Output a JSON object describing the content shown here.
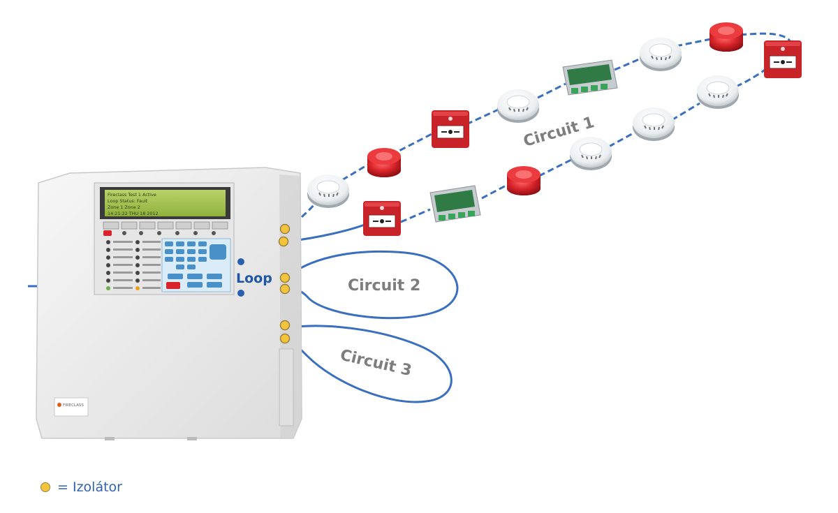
{
  "diagram": {
    "loop_label": "Loop",
    "circuits": [
      {
        "label": "Circuit 1"
      },
      {
        "label": "Circuit 2"
      },
      {
        "label": "Circuit 3"
      }
    ],
    "panel": {
      "brand": "FIRECLASS",
      "lcd_lines": [
        "Fireclass      Test 1 Active",
        "Loop        Status:  Fault",
        "Zone 1 Zone 2",
        "14:21:22    THU 18 2012"
      ]
    }
  },
  "legend": {
    "symbol_name": "isolator-dot-icon",
    "label": "= Izolátor"
  },
  "colors": {
    "wire": "#3a6fc0",
    "loop_text": "#1f56a6",
    "circuit_text": "#7d7d7d",
    "isolator": "#f4c43a",
    "device_red": "#d8242a",
    "panel_body": "#eeeeee"
  }
}
